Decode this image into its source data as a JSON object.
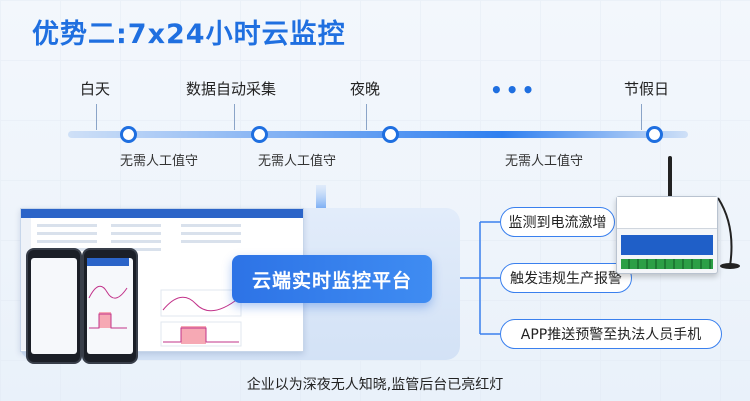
{
  "title": "优势二:7x24小时云监控",
  "timeline": {
    "labels": [
      "白天",
      "数据自动采集",
      "夜晚",
      "节假日"
    ],
    "ellipsis": "•••",
    "unattended": [
      "无需人工值守",
      "无需人工值守",
      "无需人工值守"
    ]
  },
  "platform_label": "云端实时监控平台",
  "features": [
    "监测到电流激增",
    "触发违规生产报警",
    "APP推送预警至执法人员手机"
  ],
  "caption": "企业以为深夜无人知晓,监管后台已亮红灯",
  "colors": {
    "accent": "#1f6fe0",
    "platform": "#2d73e6",
    "alert_fill": "#f6a9b4"
  },
  "icons": [
    "arrow-down-icon",
    "antenna-icon"
  ]
}
